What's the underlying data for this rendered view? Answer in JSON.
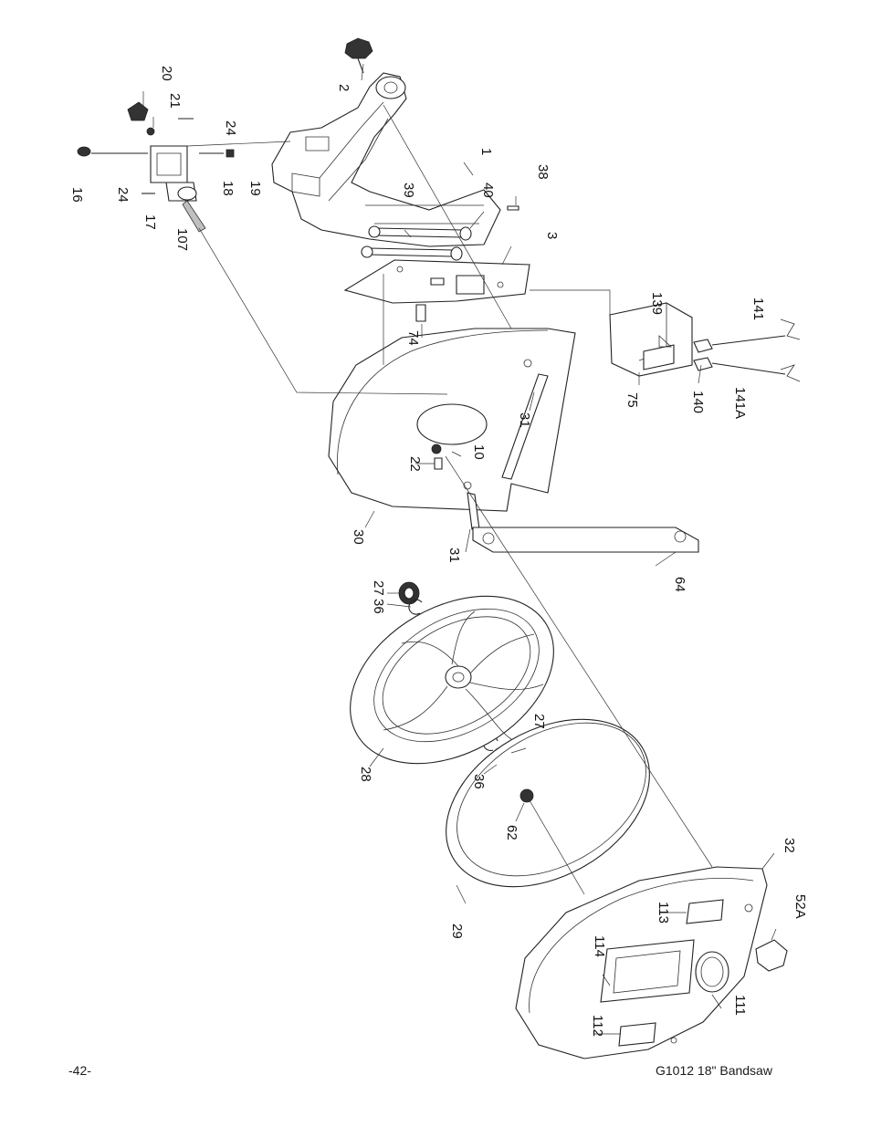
{
  "callouts": [
    {
      "id": "c20",
      "text": "20"
    },
    {
      "id": "c21",
      "text": "21"
    },
    {
      "id": "c24a",
      "text": "24"
    },
    {
      "id": "c2",
      "text": "2"
    },
    {
      "id": "c1",
      "text": "1"
    },
    {
      "id": "c38",
      "text": "38"
    },
    {
      "id": "c39",
      "text": "39"
    },
    {
      "id": "c40",
      "text": "40"
    },
    {
      "id": "c16",
      "text": "16"
    },
    {
      "id": "c24b",
      "text": "24"
    },
    {
      "id": "c18",
      "text": "18"
    },
    {
      "id": "c19",
      "text": "19"
    },
    {
      "id": "c17",
      "text": "17"
    },
    {
      "id": "c107",
      "text": "107"
    },
    {
      "id": "c3",
      "text": "3"
    },
    {
      "id": "c141",
      "text": "141"
    },
    {
      "id": "c139",
      "text": "139"
    },
    {
      "id": "c74",
      "text": "74"
    },
    {
      "id": "c75",
      "text": "75"
    },
    {
      "id": "c140",
      "text": "140"
    },
    {
      "id": "c141a",
      "text": "141A"
    },
    {
      "id": "c31a",
      "text": "31"
    },
    {
      "id": "c22",
      "text": "22"
    },
    {
      "id": "c10",
      "text": "10"
    },
    {
      "id": "c30",
      "text": "30"
    },
    {
      "id": "c31b",
      "text": "31"
    },
    {
      "id": "c64",
      "text": "64"
    },
    {
      "id": "c27a",
      "text": "27"
    },
    {
      "id": "c36a",
      "text": "36"
    },
    {
      "id": "c27b",
      "text": "27"
    },
    {
      "id": "c28",
      "text": "28"
    },
    {
      "id": "c36b",
      "text": "36"
    },
    {
      "id": "c62",
      "text": "62"
    },
    {
      "id": "c32",
      "text": "32"
    },
    {
      "id": "c29",
      "text": "29"
    },
    {
      "id": "c113",
      "text": "113"
    },
    {
      "id": "c52a",
      "text": "52A"
    },
    {
      "id": "c114",
      "text": "114"
    },
    {
      "id": "c112",
      "text": "112"
    },
    {
      "id": "c111",
      "text": "111"
    }
  ],
  "footer": {
    "page_number": "-42-",
    "model": "G1012 18\" Bandsaw"
  },
  "colors": {
    "line": "#222222",
    "background": "#ffffff"
  }
}
